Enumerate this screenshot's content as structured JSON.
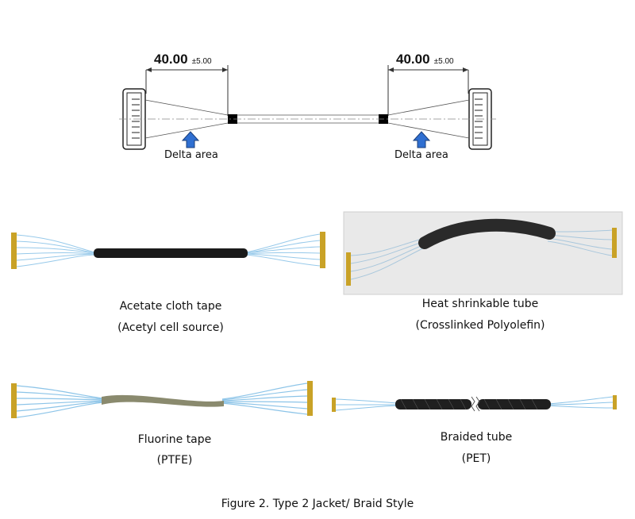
{
  "drawing": {
    "left_dimension": "40.00",
    "left_tolerance": "±5.00",
    "right_dimension": "40.00",
    "right_tolerance": "±5.00",
    "left_delta_label": "Delta area",
    "right_delta_label": "Delta area"
  },
  "samples": [
    {
      "line1": "Acetate cloth tape",
      "line2": "(Acetyl cell source)"
    },
    {
      "line1": "Heat shrinkable tube",
      "line2": "(Crosslinked Polyolefin)"
    },
    {
      "line1": "Fluorine tape",
      "line2": "(PTFE)"
    },
    {
      "line1": "Braided tube",
      "line2": "(PET)"
    }
  ],
  "caption": "Figure 2. Type 2 Jacket/ Braid Style",
  "colors": {
    "wire_blue": "#8cc4e8",
    "connector_gold": "#c9a227",
    "jacket_black": "#1a1a1a",
    "fluorine_tape": "#8a8a6e",
    "arrow_blue": "#2f6fd1"
  }
}
